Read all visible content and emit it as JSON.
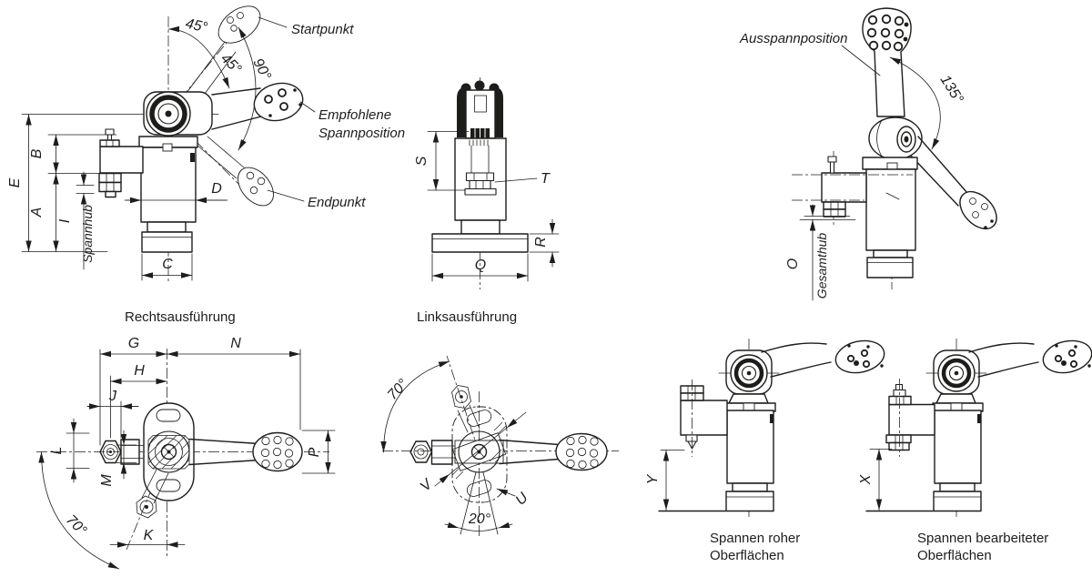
{
  "colors": {
    "line": "#1d1d1b",
    "background": "#ffffff"
  },
  "views": {
    "side_right": {
      "caption": "Rechtsausführung",
      "angle_start": "45°",
      "angle_mid": "45°",
      "angle_sweep": "90°",
      "label_startpunkt": "Startpunkt",
      "label_clamp_line1": "Empfohlene",
      "label_clamp_line2": "Spannposition",
      "label_endpunkt": "Endpunkt",
      "dim_E": "E",
      "dim_B": "B",
      "dim_A": "A",
      "dim_I": "I",
      "dim_spannhub": "Spannhub",
      "dim_D": "D",
      "dim_C": "C"
    },
    "front_left": {
      "caption": "Linksausführung",
      "dim_S": "S",
      "dim_T": "T",
      "dim_Q": "Q",
      "dim_R": "R"
    },
    "release_position": {
      "label": "Ausspannposition",
      "angle": "135°",
      "dim_O": "O",
      "dim_gesamthub": "Gesamthub"
    },
    "top_right_version": {
      "dim_G": "G",
      "dim_N": "N",
      "dim_H": "H",
      "dim_J": "J",
      "dim_L": "L",
      "dim_M": "M",
      "dim_K": "K",
      "dim_P": "P",
      "angle": "70°"
    },
    "top_rotated": {
      "angle_swing": "70°",
      "angle_wedge": "20°",
      "dim_V": "V",
      "dim_U": "U"
    },
    "clamp_raw": {
      "dim_Y": "Y",
      "caption_line1": "Spannen roher",
      "caption_line2": "Oberflächen"
    },
    "clamp_machined": {
      "dim_X": "X",
      "caption_line1": "Spannen bearbeiteter",
      "caption_line2": "Oberflächen"
    }
  }
}
